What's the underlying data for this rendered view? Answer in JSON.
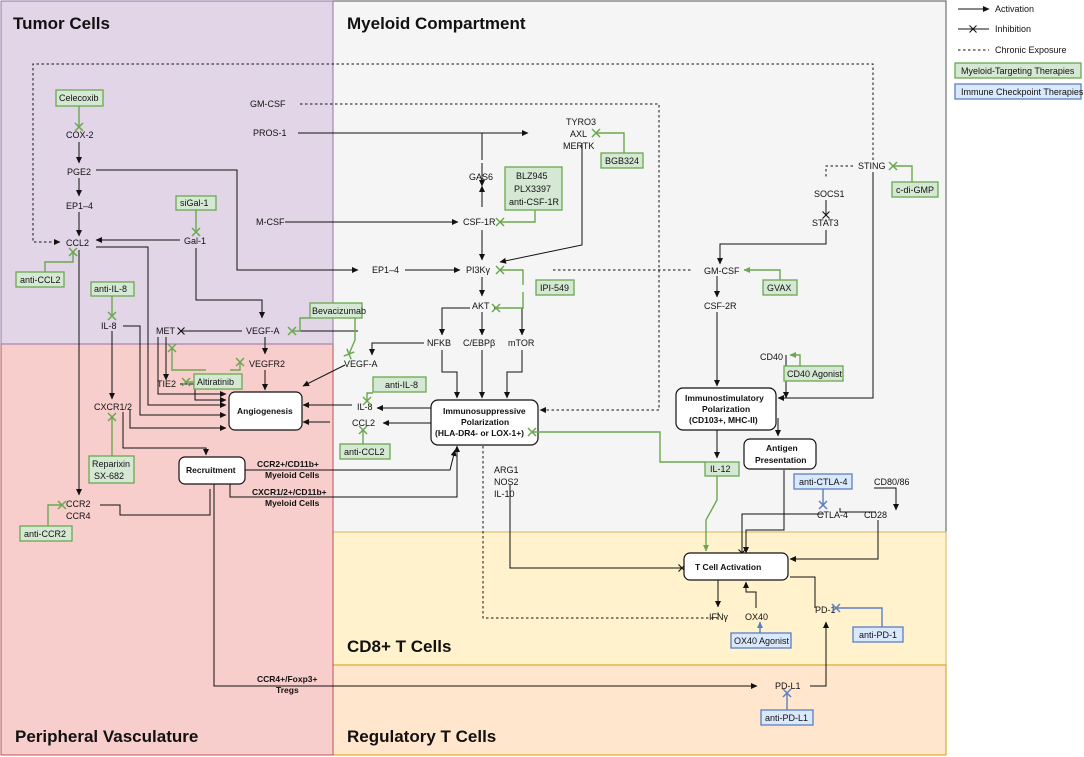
{
  "regions": {
    "tumor": "Tumor Cells",
    "myeloid": "Myeloid Compartment",
    "cd8": "CD8+ T Cells",
    "vasculature": "Peripheral Vasculature",
    "tregs": "Regulatory T Cells"
  },
  "legend": {
    "activation": "Activation",
    "inhibition": "Inhibition",
    "chronic": "Chronic Exposure",
    "myeloid_therapies": "Myeloid-Targeting Therapies",
    "checkpoint_therapies": "Immune Checkpoint Therapies"
  },
  "nodes": {
    "cox2": "COX-2",
    "pge2": "PGE2",
    "ep14_tumor": "EP1–4",
    "ccl2_tumor": "CCL2",
    "gal1": "Gal-1",
    "il8_tumor": "IL-8",
    "cxcr12": "CXCR1/2",
    "ccr2": "CCR2",
    "ccr4": "CCR4",
    "met": "MET",
    "vegfa_center": "VEGF-A",
    "tie2": "TIE2",
    "vegfr2": "VEGFR2",
    "gmcsf_top": "GM-CSF",
    "pros1": "PROS-1",
    "mcsf": "M-CSF",
    "tyro3": "TYRO3",
    "axl": "AXL",
    "mertk": "MERTK",
    "gas6": "GAS6",
    "csf1r": "CSF-1R",
    "ep14_myeloid": "EP1–4",
    "pi3k": "PI3Kγ",
    "akt": "AKT",
    "nfkb": "NFKB",
    "cebpb": "C/EBPβ",
    "mtor": "mTOR",
    "vegfa_myeloid": "VEGF-A",
    "il8_myeloid": "IL-8",
    "ccl2_myeloid": "CCL2",
    "arg1": "ARG1",
    "nos2": "NOS2",
    "il10": "IL-10",
    "sting": "STING",
    "socs1": "SOCS1",
    "stat3": "STAT3",
    "gmcsf_right": "GM-CSF",
    "csf2r": "CSF-2R",
    "cd40": "CD40",
    "ctla4": "CTLA-4",
    "cd80": "CD80/86",
    "cd28": "CD28",
    "ifng": "IFNγ",
    "ox40": "OX40",
    "pd1": "PD-1",
    "pdl1": "PD-L1"
  },
  "process_boxes": {
    "angiogenesis": "Angiogenesis",
    "recruitment": "Recruitment",
    "immunosuppressive_1": "Immunosuppressive",
    "immunosuppressive_2": "Polarization",
    "immunosuppressive_3": "(HLA-DR4- or LOX-1+)",
    "immunostimulatory_1": "Immunostimulatory",
    "immunostimulatory_2": "Polarization",
    "immunostimulatory_3": "(CD103+, MHC-II)",
    "antigen_1": "Antigen",
    "antigen_2": "Presentation",
    "tcell": "T Cell Activation"
  },
  "flow_labels": {
    "ccr2_cells_1": "CCR2+/CD11b+",
    "ccr2_cells_2": "Myeloid Cells",
    "cxcr_cells_1": "CXCR1/2+/CD11b+",
    "cxcr_cells_2": "Myeloid Cells",
    "tregs_1": "CCR4+/Foxp3+",
    "tregs_2": "Tregs"
  },
  "therapies": {
    "celecoxib": "Celecoxib",
    "sigal1": "siGal-1",
    "anti_ccl2_tumor": "anti-CCL2",
    "anti_il8_tumor": "anti-IL-8",
    "reparixin_1": "Reparixin",
    "reparixin_2": "SX-682",
    "anti_ccr2": "anti-CCR2",
    "bevacizumab": "Bevacizumab",
    "altiratinib": "Altiratinib",
    "bgb324": "BGB324",
    "blz945_1": "BLZ945",
    "blz945_2": "PLX3397",
    "blz945_3": "anti-CSF-1R",
    "ipi549": "IPI-549",
    "anti_il8_myeloid": "anti-IL-8",
    "anti_ccl2_myeloid": "anti-CCL2",
    "cdigmp": "c-di-GMP",
    "gvax": "GVAX",
    "cd40_agonist": "CD40 Agonist",
    "il12": "IL-12",
    "anti_ctla4": "anti-CTLA-4",
    "ox40_agonist": "OX40 Agonist",
    "anti_pd1": "anti-PD-1",
    "anti_pdl1": "anti-PD-L1"
  },
  "colors": {
    "tumor_fill": "#e1d5e7",
    "tumor_stroke": "#9673a6",
    "myeloid_fill": "#f5f5f5",
    "vasculature_fill": "#f8cecc",
    "vasculature_stroke": "#b85450",
    "tcell_fill": "#fff2cc",
    "tcell_stroke": "#d6b656",
    "treg_fill": "#ffe6cc",
    "treg_stroke": "#d79b00",
    "myeloid_therapy_fill": "#d5e8d4",
    "myeloid_therapy_stroke": "#6aa84f",
    "checkpoint_fill": "#dae8fc",
    "checkpoint_stroke": "#5b7fc2"
  }
}
